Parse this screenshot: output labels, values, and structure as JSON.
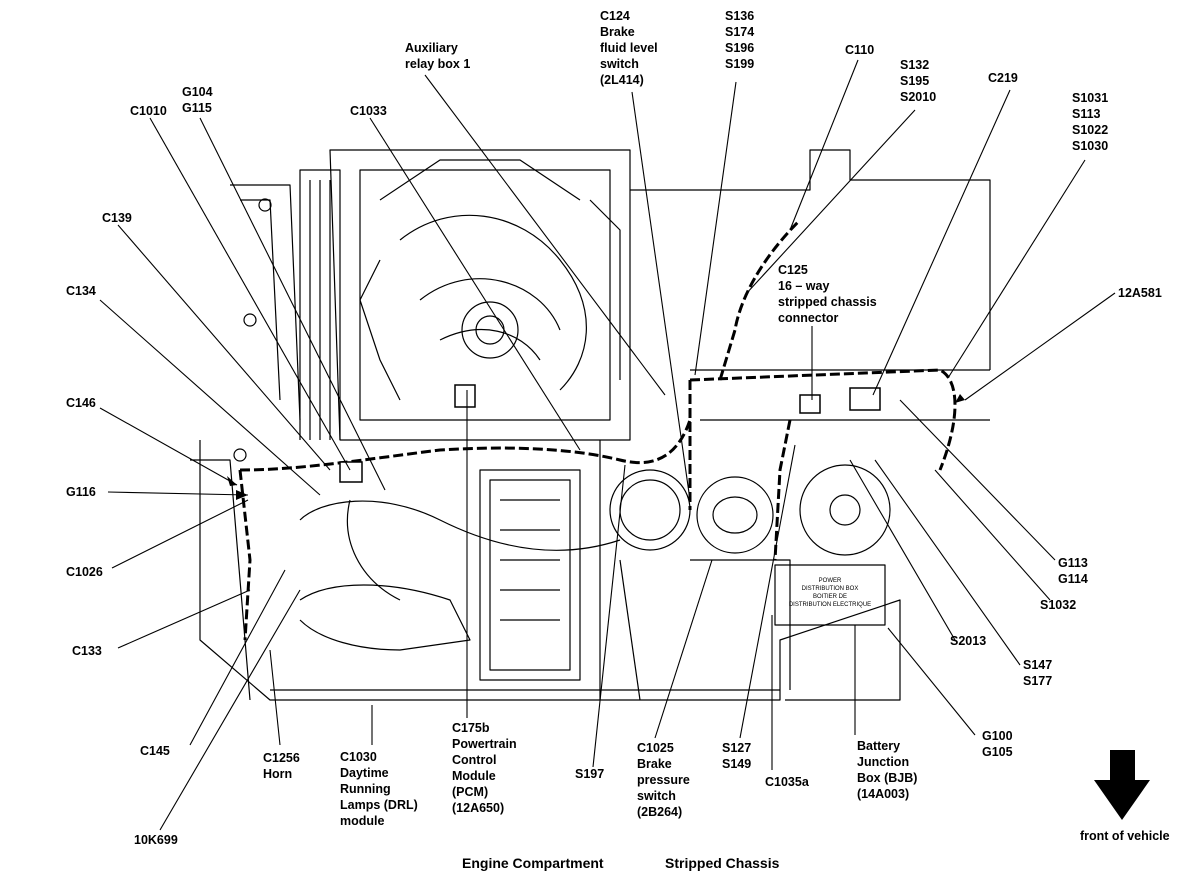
{
  "captions": {
    "engine_compartment": "Engine Compartment",
    "stripped_chassis": "Stripped Chassis",
    "front_of_vehicle": "front of vehicle"
  },
  "labels": {
    "auxiliary_relay_box": [
      "Auxiliary",
      "relay box 1"
    ],
    "c124": [
      "C124",
      "Brake",
      "fluid level",
      "switch",
      "(2L414)"
    ],
    "s136_group": [
      "S136",
      "S174",
      "S196",
      "S199"
    ],
    "c110": [
      "C110"
    ],
    "s132_group": [
      "S132",
      "S195",
      "S2010"
    ],
    "c219": [
      "C219"
    ],
    "s1031_group": [
      "S1031",
      "S113",
      "S1022",
      "S1030"
    ],
    "g104_group": [
      "G104",
      "G115"
    ],
    "c1010": [
      "C1010"
    ],
    "c1033": [
      "C1033"
    ],
    "c139": [
      "C139"
    ],
    "c125": [
      "C125",
      "16 – way",
      "stripped chassis",
      "connector"
    ],
    "c134": [
      "C134"
    ],
    "p12a581": [
      "12A581"
    ],
    "c146": [
      "C146"
    ],
    "g116": [
      "G116"
    ],
    "c1026": [
      "C1026"
    ],
    "g113_group": [
      "G113",
      "G114"
    ],
    "s1032": [
      "S1032"
    ],
    "c133": [
      "C133"
    ],
    "s2013": [
      "S2013"
    ],
    "s147_group": [
      "S147",
      "S177"
    ],
    "c145": [
      "C145"
    ],
    "c1256": [
      "C1256",
      "Horn"
    ],
    "c1030": [
      "C1030",
      "Daytime",
      "Running",
      "Lamps (DRL)",
      "module"
    ],
    "c175b": [
      "C175b",
      "Powertrain",
      "Control",
      "Module",
      "(PCM)",
      "(12A650)"
    ],
    "s197": [
      "S197"
    ],
    "c1025": [
      "C1025",
      "Brake",
      "pressure",
      "switch",
      "(2B264)"
    ],
    "s127_group": [
      "S127",
      "S149"
    ],
    "c1035a": [
      "C1035a"
    ],
    "bjb": [
      "Battery",
      "Junction",
      "Box (BJB)",
      "(14A003)"
    ],
    "g100_group": [
      "G100",
      "G105"
    ],
    "p10k699": [
      "10K699"
    ]
  },
  "bjb_box_text": [
    "POWER",
    "DISTRIBUTION BOX",
    "BOITIER DE",
    "DISTRIBUTION ELECTRIQUE"
  ],
  "icons": {
    "arrow": "arrow-down-icon"
  }
}
